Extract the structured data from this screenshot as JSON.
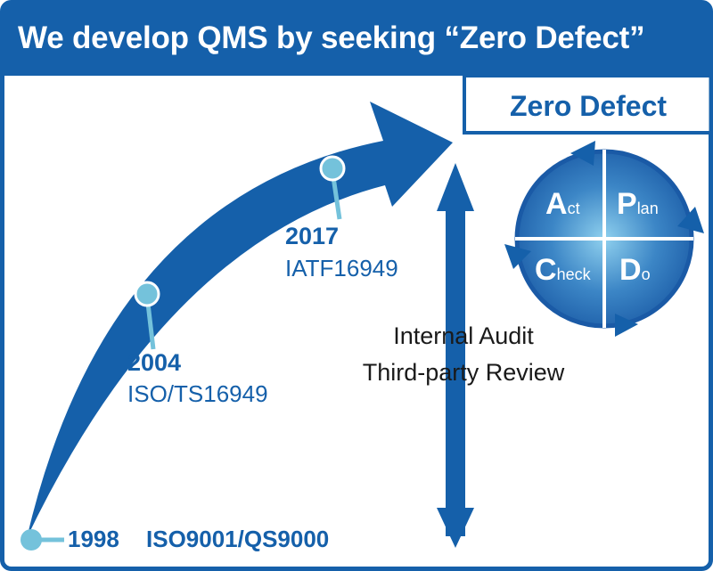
{
  "header": {
    "title": "We develop QMS by seeking “Zero Defect”"
  },
  "goal": {
    "label": "Zero Defect"
  },
  "milestones": [
    {
      "year": "1998",
      "standard": "ISO9001/QS9000"
    },
    {
      "year": "2004",
      "standard": "ISO/TS16949"
    },
    {
      "year": "2017",
      "standard": "IATF16949"
    }
  ],
  "audit": {
    "line1": "Internal Audit",
    "line2": "Third-party Review"
  },
  "pdca": {
    "act": {
      "big": "A",
      "small": "ct"
    },
    "plan": {
      "big": "P",
      "small": "lan"
    },
    "check": {
      "big": "C",
      "small": "heck"
    },
    "do": {
      "big": "D",
      "small": "o"
    }
  },
  "colors": {
    "primary": "#1560aa",
    "accent": "#74c2db",
    "title_text": "#ffffff"
  }
}
